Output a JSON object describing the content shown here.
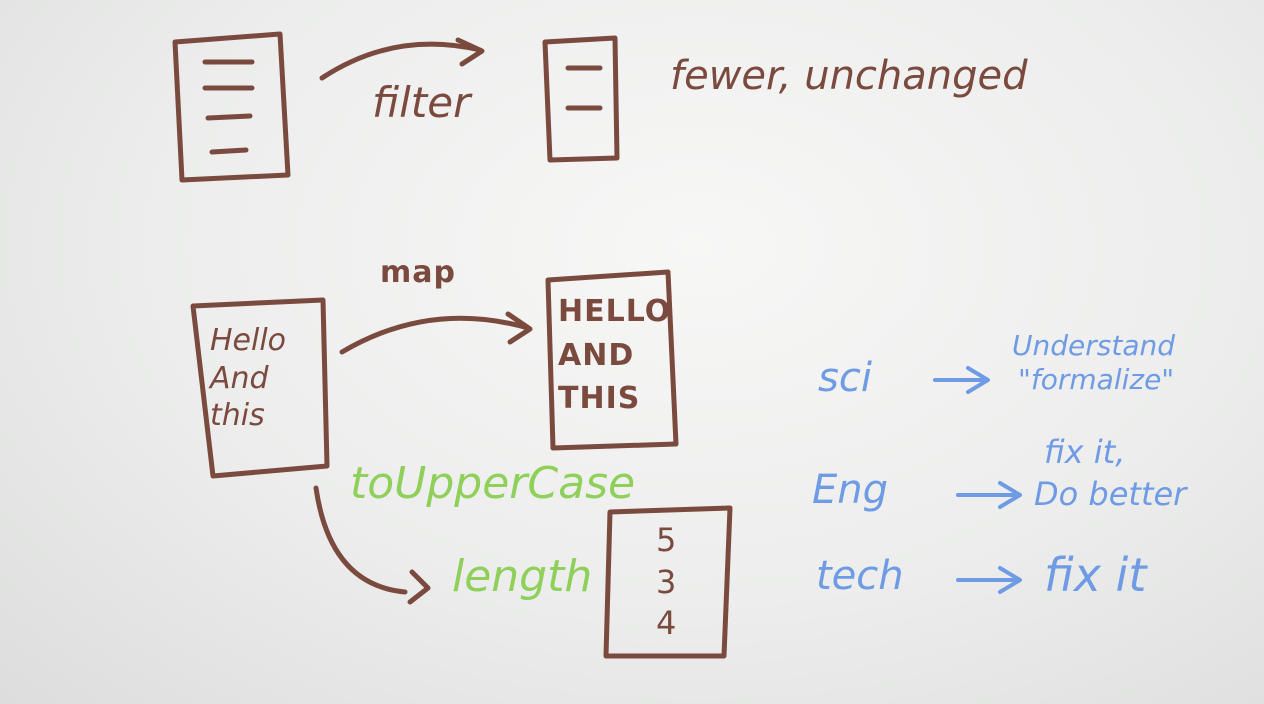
{
  "filter_section": {
    "label": "filter",
    "result": "fewer, unchanged"
  },
  "map_section": {
    "label": "map",
    "input_lines": [
      "Hello",
      "And",
      "this"
    ],
    "output_lines": [
      "HELLO",
      "AND",
      "THIS"
    ],
    "transform_upper": "toUpperCase",
    "transform_length": "length",
    "length_lines": [
      "5",
      "3",
      "4"
    ]
  },
  "notes": [
    {
      "left": "sci",
      "right_lines": [
        "Understand",
        "\"formalize\""
      ]
    },
    {
      "left": "Eng",
      "right_lines": [
        "fix it,",
        "Do better"
      ]
    },
    {
      "left": "tech",
      "right_lines": [
        "fix it"
      ]
    }
  ],
  "colors": {
    "brown": "#7b4a3f",
    "green": "#8fd05a",
    "blue": "#6f9be4",
    "board": "#f2f2f1"
  }
}
